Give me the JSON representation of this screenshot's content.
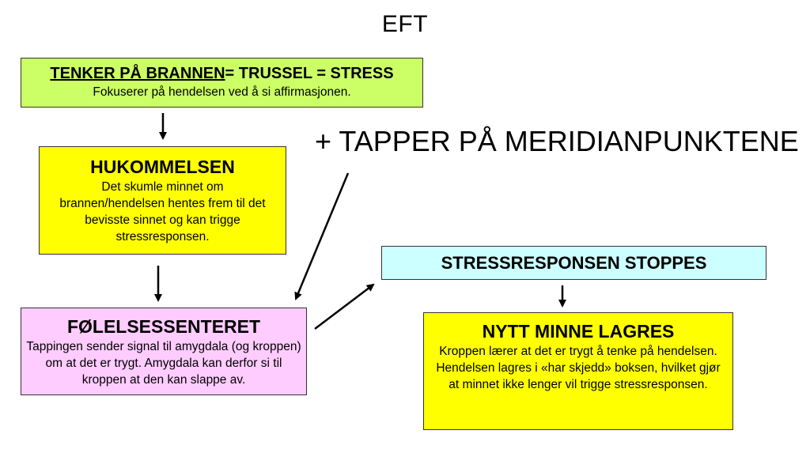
{
  "title": "EFT",
  "side_note": "+ TAPPER PÅ MERIDIANPUNKTENE",
  "boxes": {
    "box1": {
      "heading_underlined": "TENKER PÅ BRANNEN",
      "heading_rest": "= TRUSSEL = STRESS",
      "text": "Fokuserer på hendelsen ved å si affirmasjonen.",
      "color": "#ccff66"
    },
    "box2": {
      "heading": "HUKOMMELSEN",
      "text": "Det skumle minnet om brannen/hendelsen hentes frem til det bevisste sinnet og kan trigge stressresponsen.",
      "color": "#ffff00"
    },
    "box3": {
      "heading": "FØLELSESSENTERET",
      "text": "Tappingen sender signal til amygdala (og kroppen) om at det er trygt. Amygdala kan derfor si til kroppen at den kan slappe av.",
      "color": "#ffccff"
    },
    "box4": {
      "heading": "STRESSRESPONSEN STOPPES",
      "color": "#ccffff"
    },
    "box5": {
      "heading": "NYTT MINNE LAGRES",
      "text": "Kroppen lærer at det er trygt å tenke på hendelsen. Hendelsen lagres i «har skjedd» boksen, hvilket gjør at minnet ikke lenger vil trigge stressresponsen.",
      "color": "#ffff00"
    }
  }
}
